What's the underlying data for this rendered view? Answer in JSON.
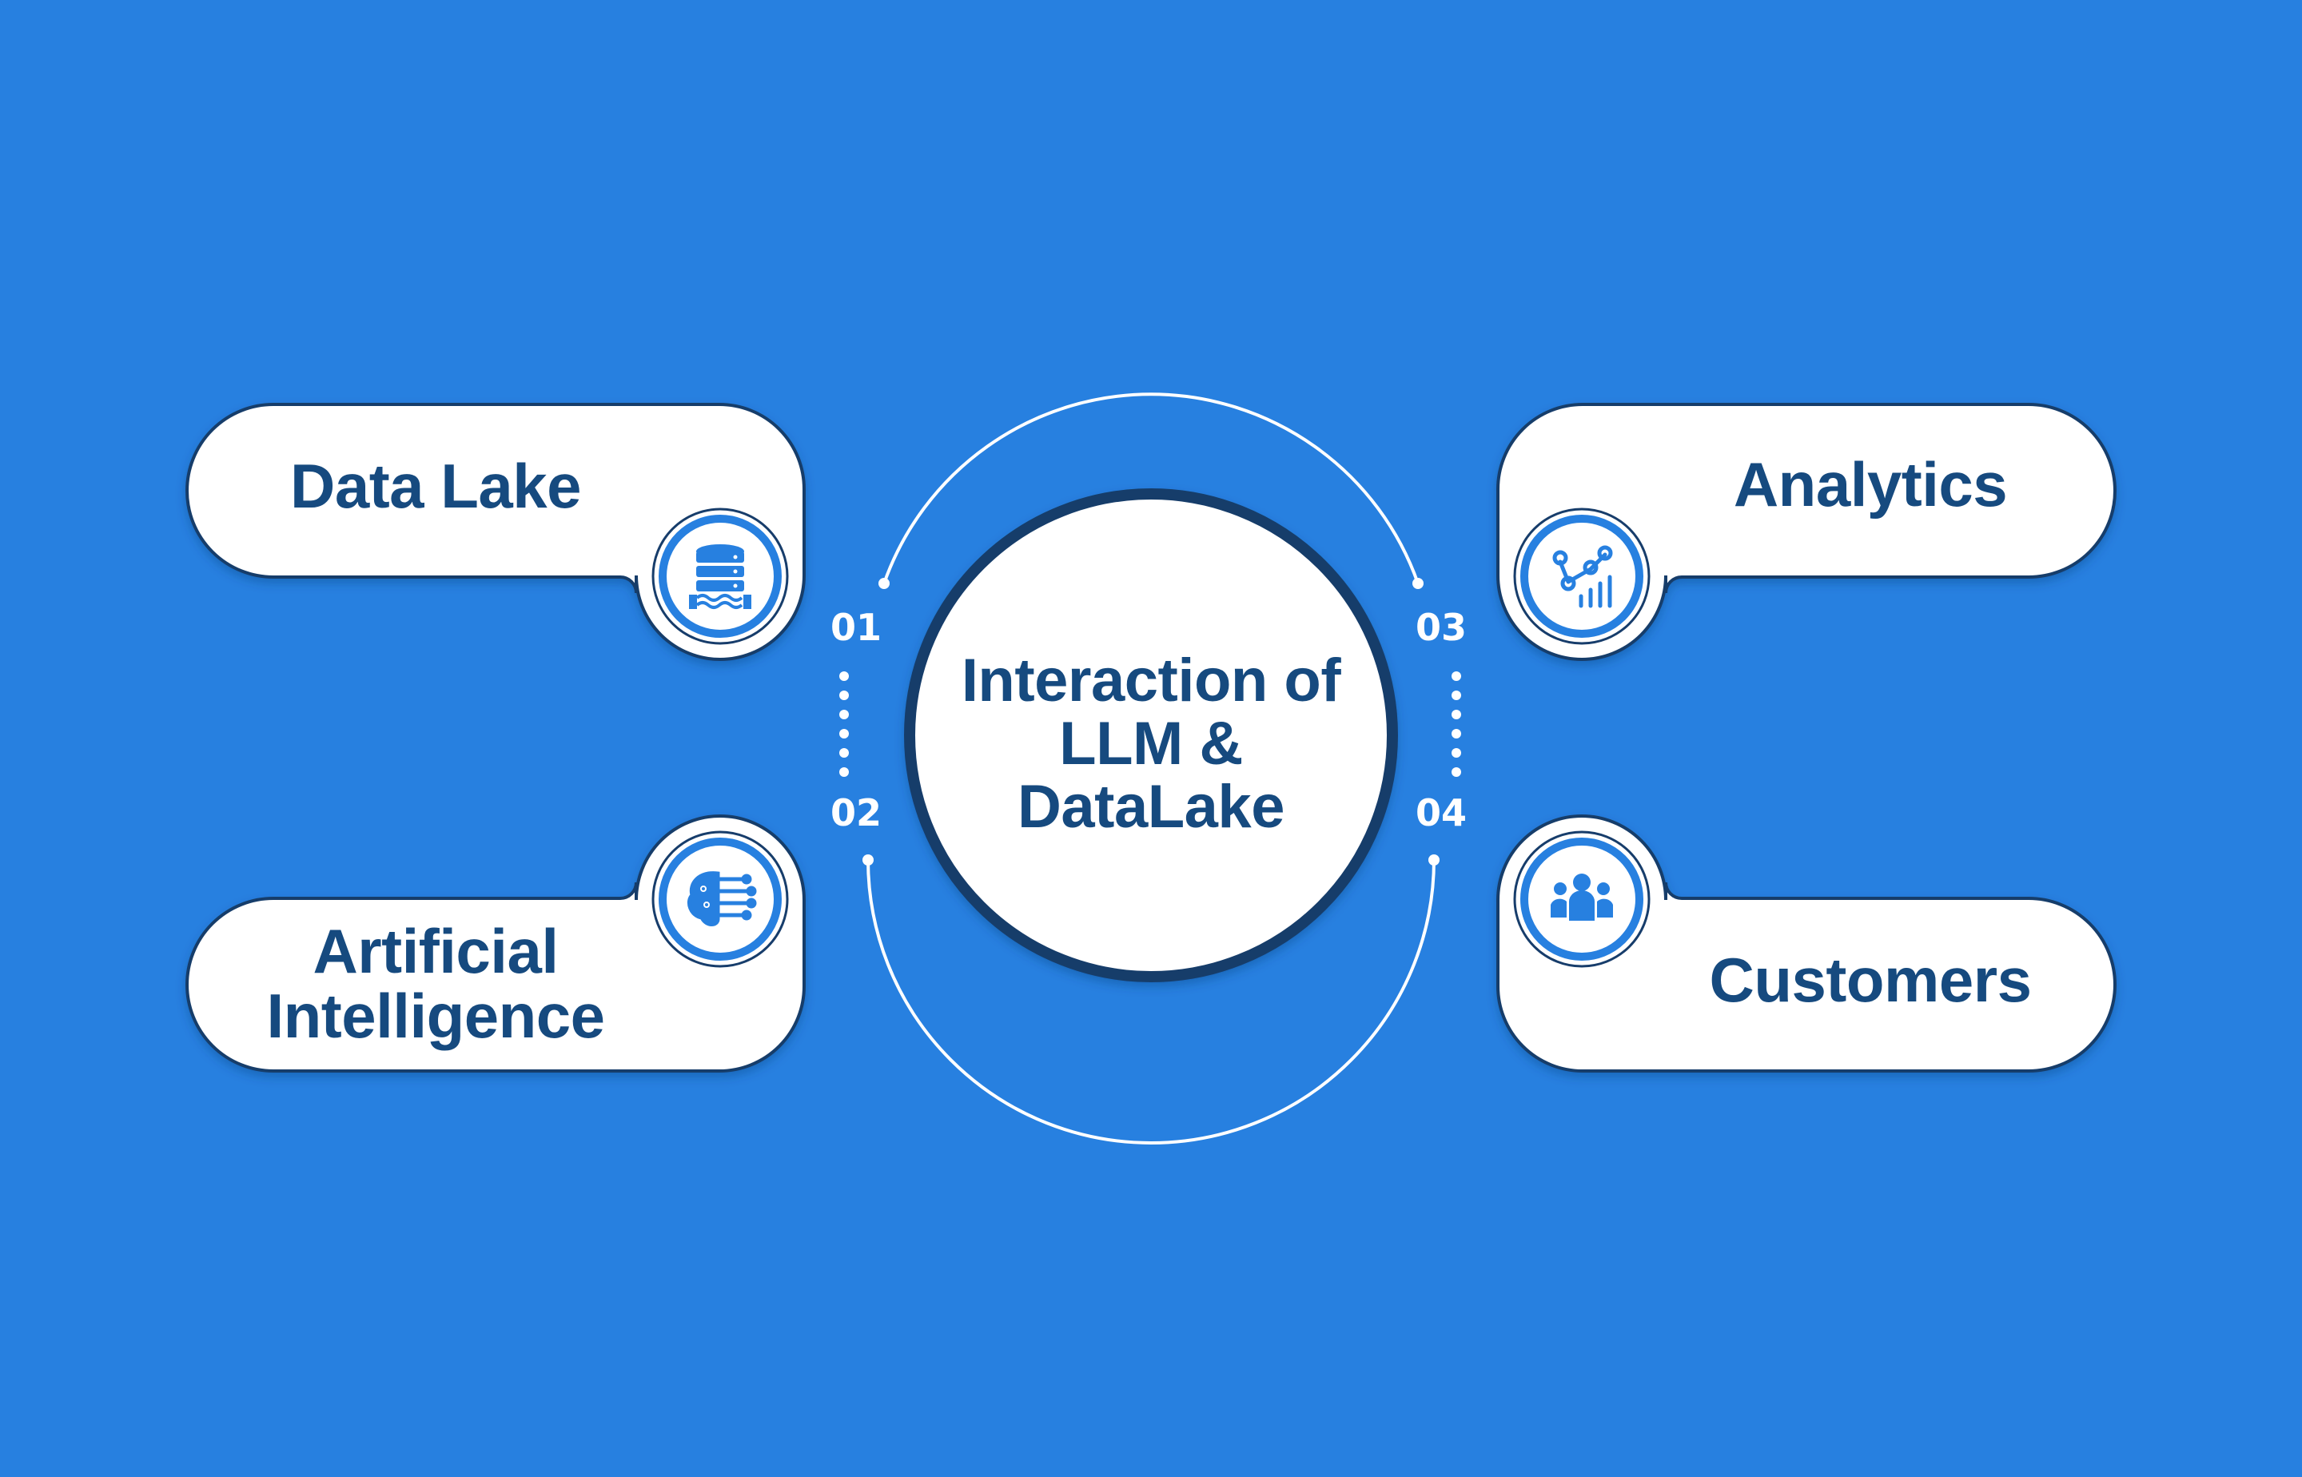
{
  "diagram": {
    "center": {
      "line1": "Interaction of",
      "line2": "LLM &",
      "line3": "DataLake"
    },
    "items": [
      {
        "number": "01",
        "label": "Data Lake",
        "icon": "database-lake-icon"
      },
      {
        "number": "02",
        "label_line1": "Artificial",
        "label_line2": "Intelligence",
        "icon": "ai-brain-circuit-icon"
      },
      {
        "number": "03",
        "label": "Analytics",
        "icon": "analytics-chart-icon"
      },
      {
        "number": "04",
        "label": "Customers",
        "icon": "customers-group-icon"
      }
    ]
  },
  "colors": {
    "background": "#2780e0",
    "card": "#ffffff",
    "outline": "#173d6b",
    "text": "#164a7f",
    "icon_blue": "#2780e0"
  }
}
